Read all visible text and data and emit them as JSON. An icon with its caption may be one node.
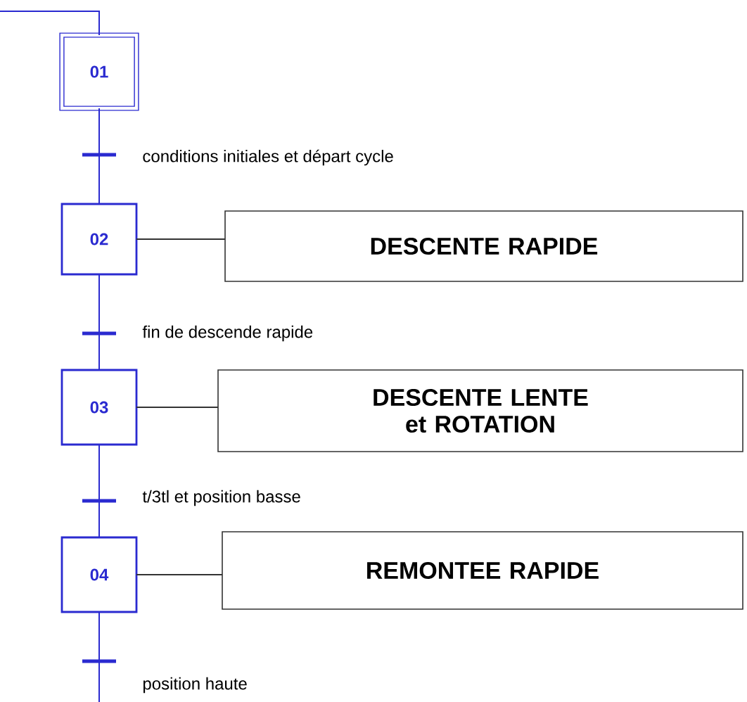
{
  "diagram": {
    "nodes": [
      {
        "text": [
          "01"
        ]
      },
      {
        "text": [
          "02"
        ]
      },
      {
        "text": [
          "DESCENTE RAPIDE"
        ]
      },
      {
        "text": [
          "03"
        ]
      },
      {
        "text": [
          "DESCENTE LENTE et ROTATION"
        ]
      },
      {
        "text": [
          "04"
        ]
      },
      {
        "text": [
          "REMONTEE RAPIDE"
        ]
      }
    ],
    "edges": [
      {
        "from": null,
        "to": 0,
        "arrow": "none"
      },
      {
        "from": 0,
        "to": 1,
        "arrow": "none",
        "label": "conditions initiales et départ cycle"
      },
      {
        "from": 1,
        "to": 2,
        "arrow": "none",
        "color": "#333333"
      },
      {
        "from": 1,
        "to": 3,
        "arrow": "none",
        "label": "fin de descende rapide"
      },
      {
        "from": 3,
        "to": 4,
        "arrow": "none",
        "color": "#333333"
      },
      {
        "from": 3,
        "to": 5,
        "arrow": "none",
        "label": "t/3tl et position basse"
      },
      {
        "from": 5,
        "to": 6,
        "arrow": "none",
        "color": "#333333"
      },
      {
        "from": 5,
        "to": null,
        "arrow": "none",
        "label": "position haute"
      }
    ]
  }
}
